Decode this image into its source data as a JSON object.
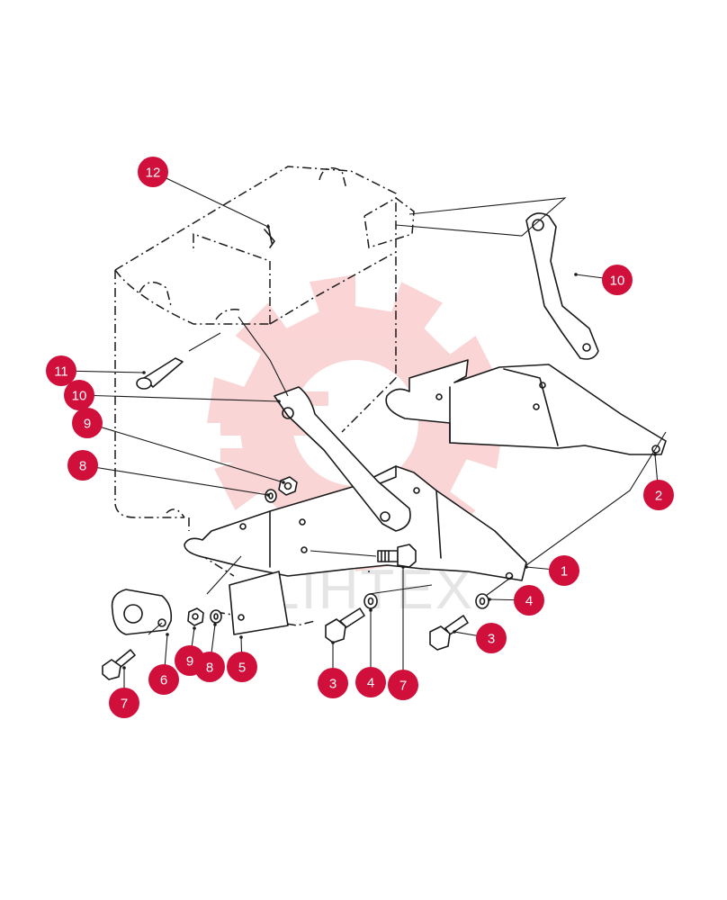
{
  "watermark": {
    "text": "LIHTEX",
    "gear_color": "#f7b3b3"
  },
  "colors": {
    "callout": "#d0103a",
    "callout_text": "#ffffff",
    "line": "#1a1a1a"
  },
  "callouts": [
    {
      "id": "c12",
      "label": "12",
      "part": "cotter-pin"
    },
    {
      "id": "c10a",
      "label": "10",
      "part": "right-link-arm"
    },
    {
      "id": "c11",
      "label": "11",
      "part": "pivot-pin"
    },
    {
      "id": "c10b",
      "label": "10",
      "part": "center-link-arm"
    },
    {
      "id": "c9a",
      "label": "9",
      "part": "nut"
    },
    {
      "id": "c8a",
      "label": "8",
      "part": "lock-washer"
    },
    {
      "id": "c2",
      "label": "2",
      "part": "right-mounting-bracket"
    },
    {
      "id": "c1",
      "label": "1",
      "part": "left-mounting-bracket"
    },
    {
      "id": "c4a",
      "label": "4",
      "part": "washer"
    },
    {
      "id": "c3a",
      "label": "3",
      "part": "bolt"
    },
    {
      "id": "c9b",
      "label": "9",
      "part": "nut"
    },
    {
      "id": "c8b",
      "label": "8",
      "part": "lock-washer"
    },
    {
      "id": "c5",
      "label": "5",
      "part": "side-plate"
    },
    {
      "id": "c6",
      "label": "6",
      "part": "spacer-plate"
    },
    {
      "id": "c7a",
      "label": "7",
      "part": "bolt"
    },
    {
      "id": "c3b",
      "label": "3",
      "part": "bolt"
    },
    {
      "id": "c4b",
      "label": "4",
      "part": "washer"
    },
    {
      "id": "c7b",
      "label": "7",
      "part": "bolt"
    }
  ]
}
